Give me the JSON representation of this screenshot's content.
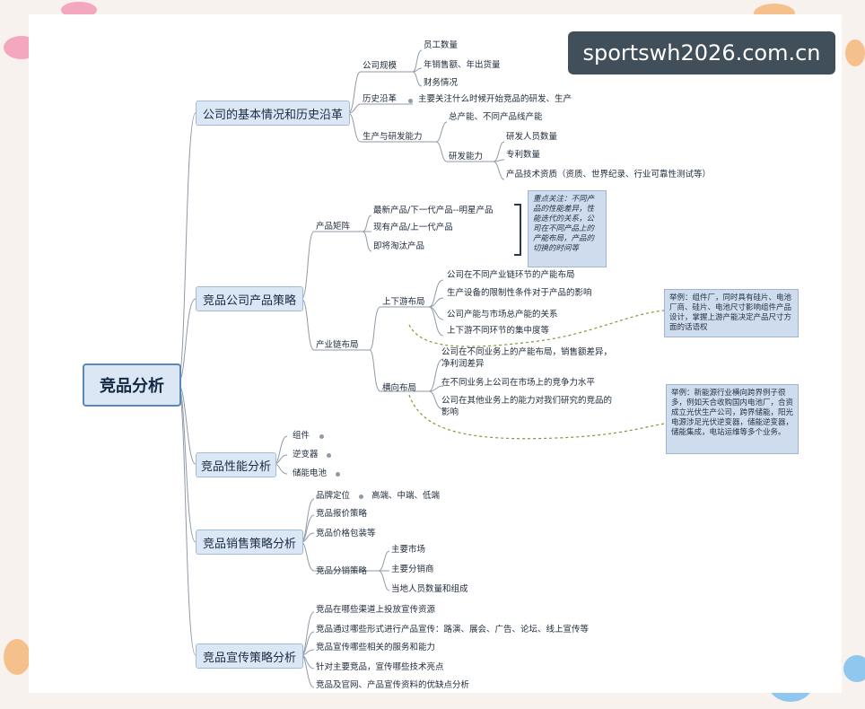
{
  "watermark": "sportswh2026.com.cn",
  "root": "竞品分析",
  "branches": {
    "b1": {
      "label": "公司的基本情况和历史沿革",
      "scale": "公司规模",
      "scale_items": [
        "员工数量",
        "年销售额、年出货量",
        "财务情况"
      ],
      "history": "历史沿革",
      "history_note": "主要关注什么时候开始竞品的研发、生产",
      "prod": "生产与研发能力",
      "prod_cap": "总产能、不同产品线产能",
      "rd": "研发能力",
      "rd_items": [
        "研发人员数量",
        "专利数量",
        "产品技术资质（资质、世界纪录、行业可靠性测试等）"
      ]
    },
    "b2": {
      "label": "竞品公司产品策略",
      "matrix": "产品矩阵",
      "matrix_items": [
        "最新产品/下一代产品--明星产品",
        "现有产品/上一代产品",
        "即将淘汰产品"
      ],
      "matrix_note": "重点关注：不同产品的性能差异，性能迭代的关系，公司在不同产品上的产能布局，产品的切换的时间等",
      "chain": "产业链布局",
      "updown": "上下游布局",
      "updown_items": [
        "公司在不同产业链环节的产能布局",
        "生产设备的限制性条件对于产品的影响",
        "公司产能与市场总产能的关系",
        "上下游不同环节的集中度等"
      ],
      "updown_note": "举例：组件厂，同时具有硅片、电池厂商、硅片、电池尺寸影响组件产品设计，掌握上游产能决定产品尺寸方面的话语权",
      "horiz": "横向布局",
      "horiz_items": [
        "公司在不同业务上的产能布局，销售额差异，净利润差异",
        "在不同业务上公司在市场上的竞争力水平",
        "公司在其他业务上的能力对我们研究的竞品的影响"
      ],
      "horiz_note": "举例：新能源行业横向跨界例子很多，例如天合收购国内电池厂，合资成立光伏生产公司，跨界储能，阳光电源涉足光伏逆变器，储能逆变器，储能集成，电站运维等多个业务。"
    },
    "b3": {
      "label": "竞品性能分析",
      "items": [
        "组件",
        "逆变器",
        "储能电池"
      ]
    },
    "b4": {
      "label": "竞品销售策略分析",
      "position": "品牌定位",
      "position_note": "高端、中端、低端",
      "items": [
        "竞品报价策略",
        "竞品价格包装等"
      ],
      "dist": "竞品分销策略",
      "dist_items": [
        "主要市场",
        "主要分销商",
        "当地人员数量和组成"
      ]
    },
    "b5": {
      "label": "竞品宣传策略分析",
      "items": [
        "竞品在哪些渠道上投放宣传资源",
        "竞品通过哪些形式进行产品宣传：路演、展会、广告、论坛、线上宣传等",
        "竞品宣传哪些相关的服务和能力",
        "针对主要竞品，宣传哪些技术亮点",
        "竞品及官网、产品宣传资料的优缺点分析"
      ]
    }
  }
}
